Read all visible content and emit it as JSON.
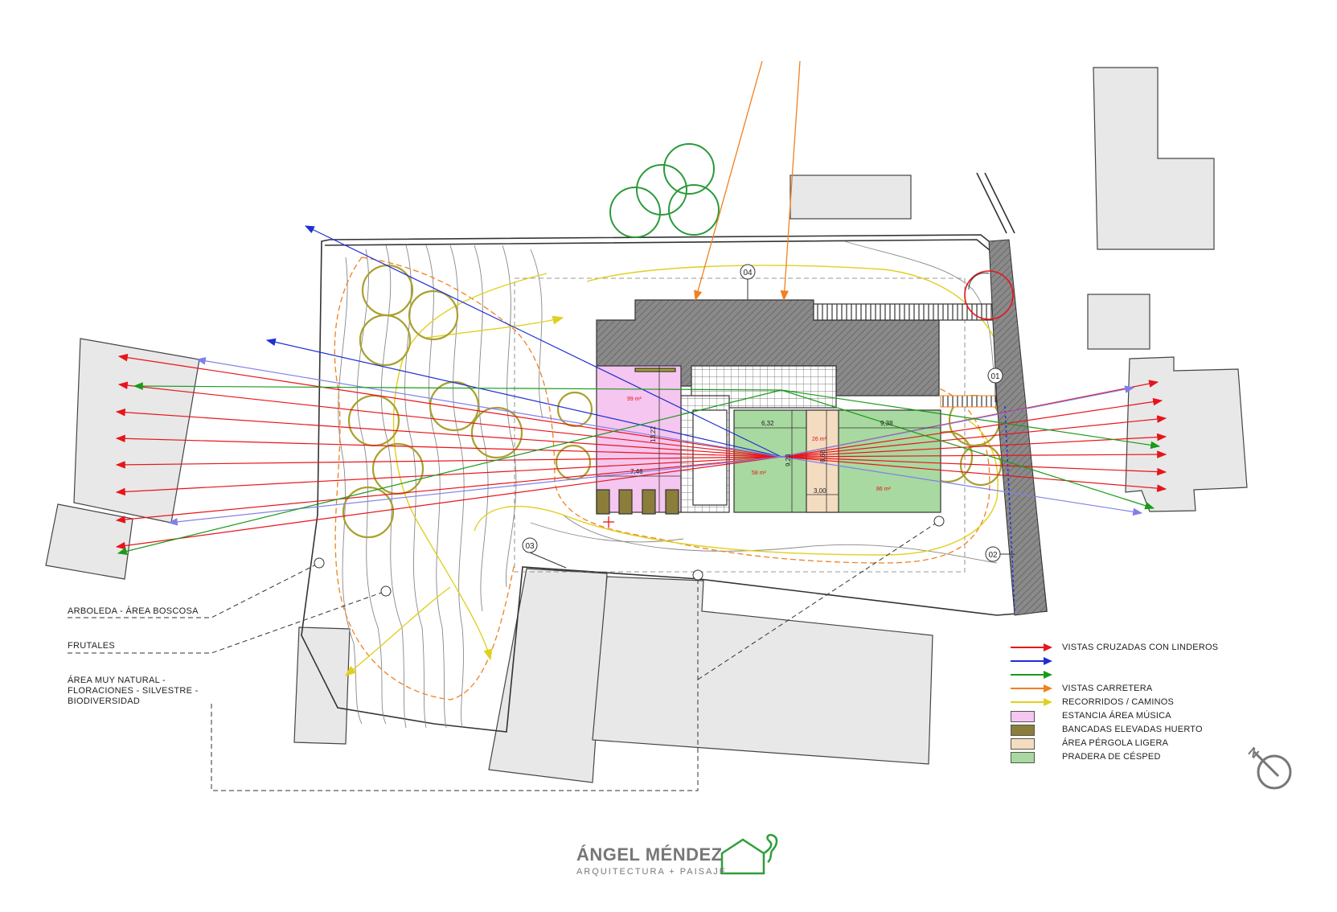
{
  "plan": {
    "markers": [
      "01",
      "02",
      "03",
      "04"
    ],
    "areas": [
      {
        "value": "99 m²",
        "color": "#f5c6ef"
      },
      {
        "value": "26 m²",
        "color": "#f3dcc0"
      },
      {
        "value": "58 m²",
        "color": "#a8d9a0"
      },
      {
        "value": "86 m²",
        "color": "#a8d9a0"
      }
    ],
    "dimensions": [
      "13,22",
      "7,46",
      "6,32",
      "9,38",
      "9,23",
      "8,68",
      "3,00"
    ]
  },
  "annotations": [
    "ARBOLEDA - ÁREA BOSCOSA",
    "FRUTALES",
    "ÁREA MUY NATURAL - FLORACIONES - SILVESTRE - BIODIVERSIDAD"
  ],
  "legend": [
    {
      "type": "arrow",
      "color": "#e8141a",
      "label": "VISTAS CRUZADAS CON LINDEROS"
    },
    {
      "type": "arrow",
      "color": "#1f2fd4",
      "label": ""
    },
    {
      "type": "arrow",
      "color": "#1a9a1a",
      "label": ""
    },
    {
      "type": "arrow",
      "color": "#f08020",
      "label": "VISTAS CARRETERA"
    },
    {
      "type": "arrow",
      "color": "#e0d020",
      "label": "RECORRIDOS / CAMINOS"
    },
    {
      "type": "box",
      "color": "#f5c6ef",
      "label": "ESTANCIA ÁREA MÚSICA"
    },
    {
      "type": "box",
      "color": "#8b7d3a",
      "label": "BANCADAS ELEVADAS HUERTO"
    },
    {
      "type": "box",
      "color": "#f3dcc0",
      "label": "ÁREA PÉRGOLA LIGERA"
    },
    {
      "type": "box",
      "color": "#a8d9a0",
      "label": "PRADERA DE CÉSPED"
    }
  ],
  "north": {
    "label": "N"
  },
  "logo": {
    "name": "ÁNGEL MÉNDEZ",
    "subtitle": "ARQUITECTURA + PAISAJE",
    "color": "#2e9e3a"
  }
}
